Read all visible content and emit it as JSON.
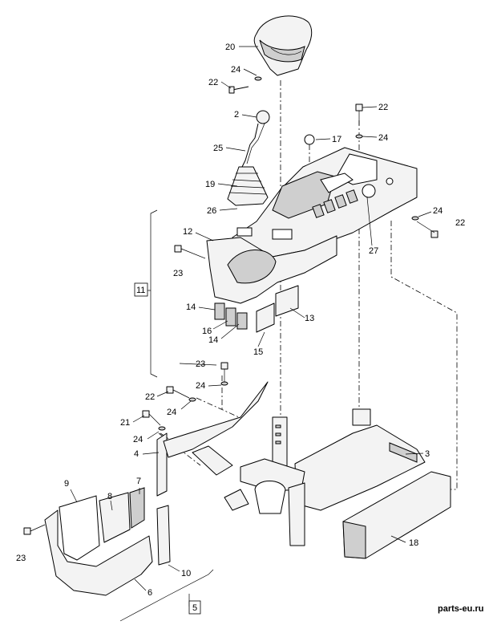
{
  "callouts": {
    "c2": "2",
    "c3": "3",
    "c4": "4",
    "c5": "5",
    "c6": "6",
    "c7": "7",
    "c8": "8",
    "c9": "9",
    "c10": "10",
    "c11": "11",
    "c12": "12",
    "c13": "13",
    "c14a": "14",
    "c14b": "14",
    "c15": "15",
    "c16": "16",
    "c17": "17",
    "c18": "18",
    "c19": "19",
    "c20": "20",
    "c21": "21",
    "c22a": "22",
    "c22b": "22",
    "c22c": "22",
    "c22d": "22",
    "c23a": "23",
    "c23b": "23",
    "c23c": "23",
    "c24a": "24",
    "c24b": "24",
    "c24c": "24",
    "c24d": "24",
    "c24e": "24",
    "c24f": "24",
    "c25": "25",
    "c26": "26",
    "c27": "27"
  },
  "watermark": "parts-eu.ru"
}
